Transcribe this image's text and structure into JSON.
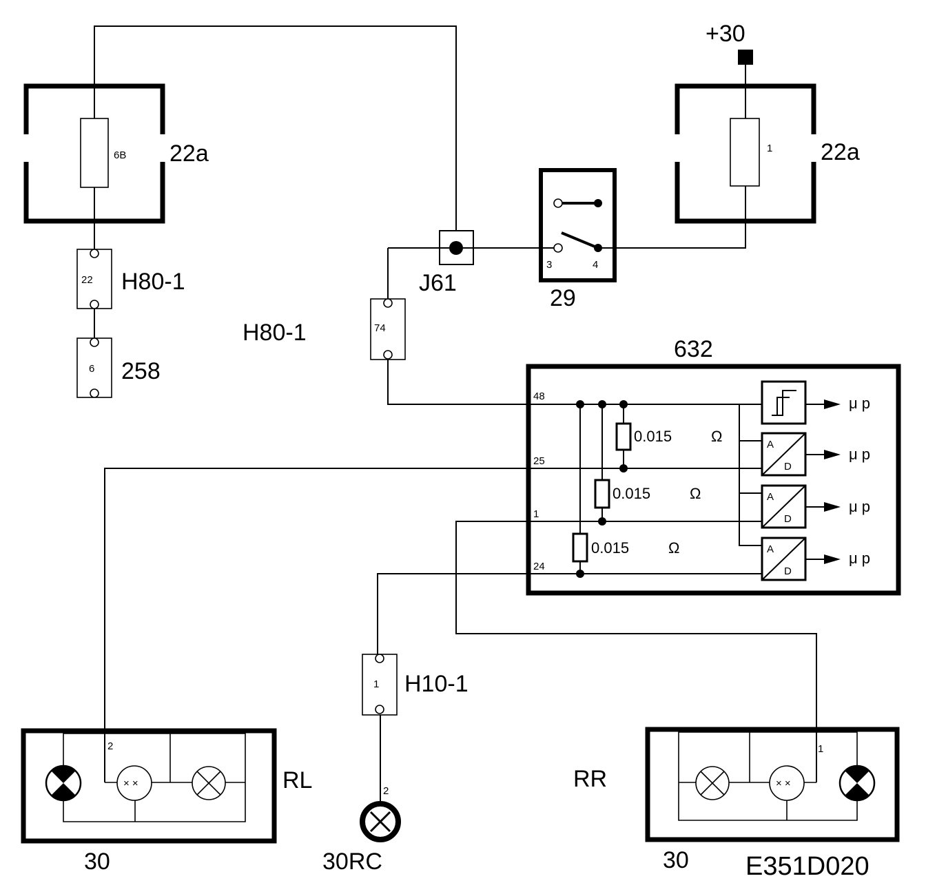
{
  "supply": {
    "label": "+30"
  },
  "fusebox_left": {
    "label": "22a",
    "fuse_number": "6B"
  },
  "fusebox_right": {
    "label": "22a",
    "fuse_number": "1"
  },
  "connector_h80_22": {
    "label": "H80-1",
    "pin": "22"
  },
  "connector_258": {
    "label": "258",
    "pin": "6"
  },
  "connector_h80_74": {
    "label": "H80-1",
    "pin": "74"
  },
  "junction": {
    "label": "J61"
  },
  "switch_29": {
    "label": "29",
    "pin_a": "3",
    "pin_b": "4"
  },
  "module_632": {
    "label": "632",
    "pins": {
      "p48": "48",
      "p25": "25",
      "p1": "1",
      "p24": "24"
    },
    "resistors": [
      {
        "value": "0.015",
        "unit": "Ω"
      },
      {
        "value": "0.015",
        "unit": "Ω"
      },
      {
        "value": "0.015",
        "unit": "Ω"
      }
    ],
    "adc_top": "A",
    "adc_bottom": "D",
    "outputs": [
      "μ p",
      "μ p",
      "μ p",
      "μ p"
    ]
  },
  "connector_h10": {
    "label": "H10-1",
    "pin": "1"
  },
  "lamp_rl": {
    "label": "RL",
    "pin": "2",
    "ground": "30"
  },
  "lamp_rr": {
    "label": "RR",
    "pin": "1",
    "ground": "30"
  },
  "lamp_center": {
    "label": "30RC",
    "pin": "2"
  },
  "diagram_id": "E351D020"
}
